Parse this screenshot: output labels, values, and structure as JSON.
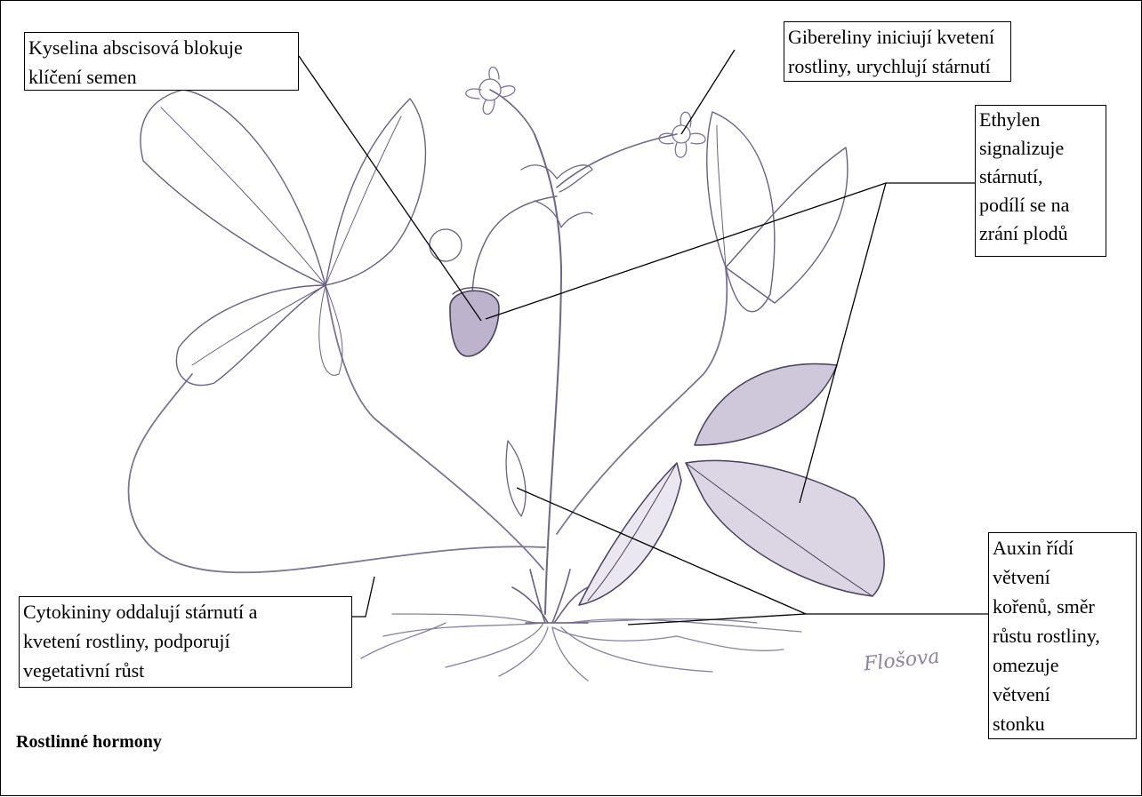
{
  "title": "Rostlinné hormony",
  "signature": "Flošova",
  "colors": {
    "pencil": "#7d7394",
    "pencil_dark": "#4a3f5c",
    "pencil_light": "#b9b1c9",
    "box_border": "#000000"
  },
  "labels": {
    "abscisic_acid": [
      "Kyselina abscisová blokuje",
      "klíčení semen"
    ],
    "gibberellins": [
      "Gibereliny iniciují kvetení",
      "rostliny, urychlují stárnutí"
    ],
    "ethylene": [
      "Ethylen",
      "signalizuje",
      "stárnutí,",
      "podílí se na",
      "zrání plodů"
    ],
    "cytokinins": [
      "Cytokininy oddalují stárnutí a",
      "kvetení rostliny, podporují",
      "vegetativní růst"
    ],
    "auxin": [
      "Auxin řídí",
      "větvení",
      "kořenů, směr",
      "růstu rostliny,",
      "omezuje",
      "větvení",
      "stonku"
    ]
  }
}
